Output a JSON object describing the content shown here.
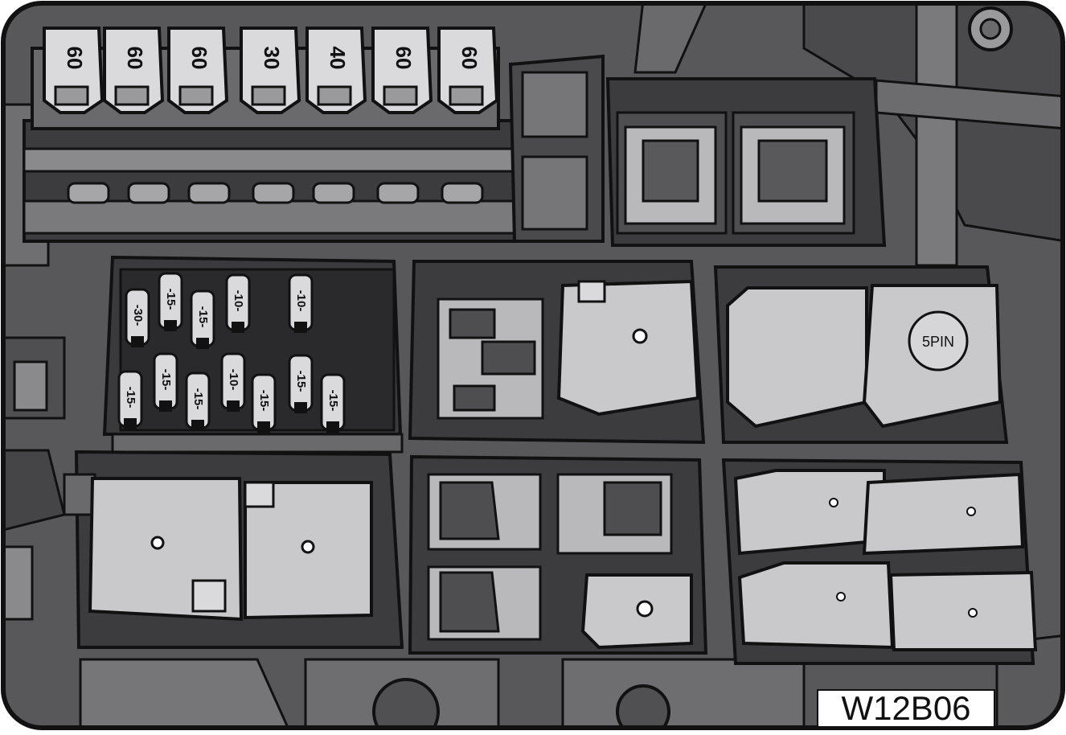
{
  "figure": {
    "code": "W12B06"
  },
  "maxi_fuses": [
    "60",
    "60",
    "60",
    "30",
    "40",
    "60",
    "60"
  ],
  "mini_fuses": {
    "row_top": [
      "30",
      "15",
      "15",
      "10",
      "10"
    ],
    "row_bottom": [
      "15",
      "15",
      "15",
      "10",
      "15",
      "15",
      "15"
    ]
  },
  "relay_labels": {
    "five_pin": "5PIN"
  },
  "colors": {
    "background": "#58585a",
    "housing": "#3a3a3c",
    "relay": "#c9c9cb",
    "fuse": "#dadadc",
    "outline": "#111111"
  }
}
